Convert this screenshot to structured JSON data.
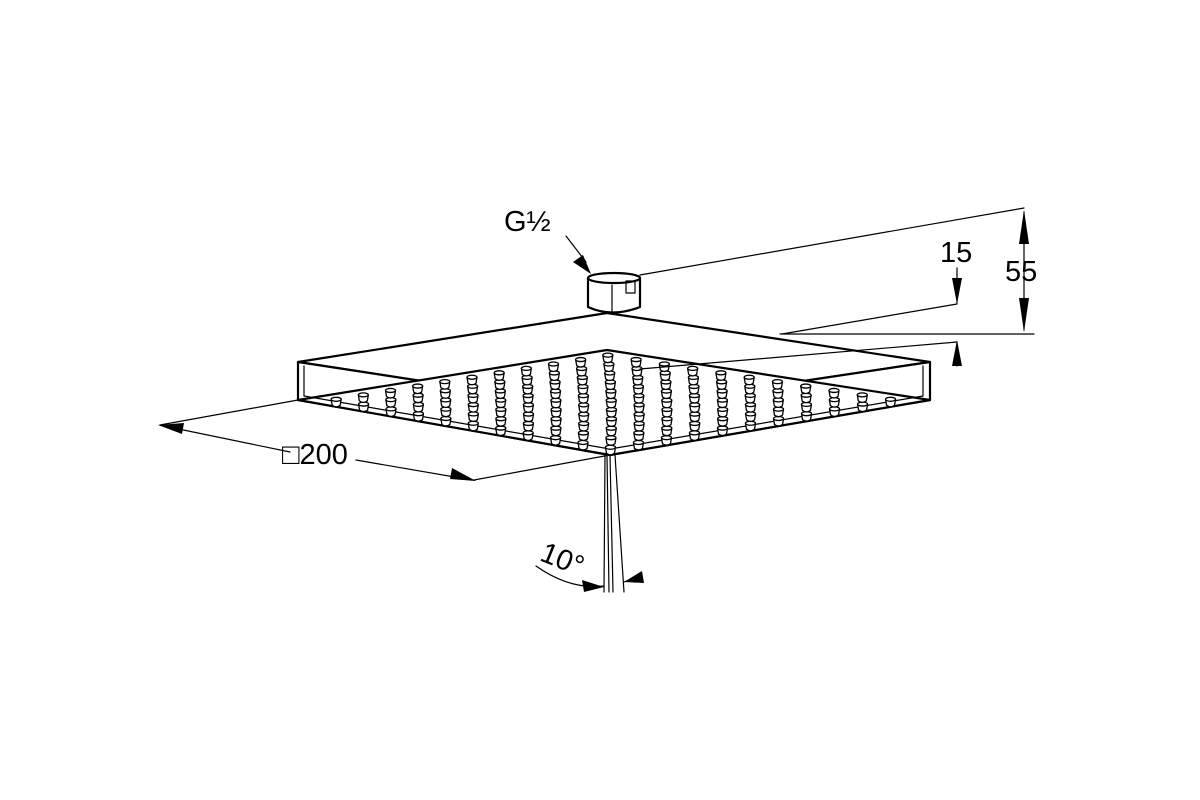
{
  "labels": {
    "thread": "G½",
    "height_inner": "15",
    "height_total": "55",
    "size": "□200",
    "angle": "10°"
  },
  "icons": {
    "product": "square-rain-shower-head-icon"
  },
  "colors": {
    "stroke": "#000000",
    "background": "#ffffff"
  }
}
